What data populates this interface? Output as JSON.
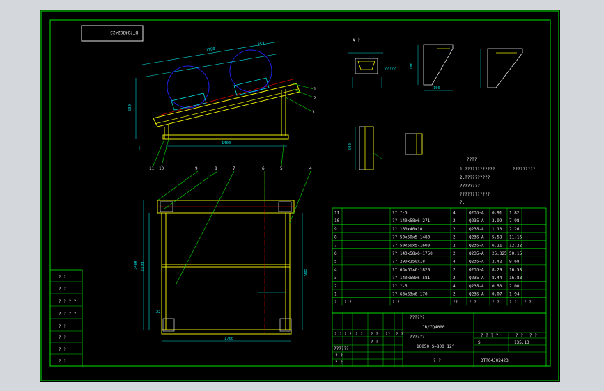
{
  "drawing_code": "DT?04J02423",
  "view_label_a": "A ?",
  "detail_small_label": "?????",
  "tech_req": {
    "title": "????",
    "lines": [
      "1.????????????",
      "2.??????????",
      "????????",
      "????????????",
      "?."
    ],
    "side_note": "?????????."
  },
  "dims": {
    "top_length": "1780",
    "top_right": "853",
    "left_height": "530",
    "base_width": "1400",
    "plan_width": "1700",
    "plan_height": "1480",
    "plan_inner": "1100",
    "plan_right": "905",
    "plan_small": "22",
    "side_height": "590",
    "detail_h": "180",
    "detail_d": "100"
  },
  "balloons": {
    "elevation": [
      "1",
      "2",
      "3",
      "11",
      "10",
      "5"
    ],
    "plan_top": [
      "9",
      "8",
      "7",
      "6",
      "4"
    ]
  },
  "bom": [
    {
      "no": "11",
      "code": "",
      "name": "?? ?-5",
      "qty": "4",
      "mat": "Q235-A",
      "unit": "0.91",
      "total": "1.82"
    },
    {
      "no": "10",
      "code": "",
      "name": "?? 140x58x6-271",
      "qty": "2",
      "mat": "Q235-A",
      "unit": "3.99",
      "total": "7.98"
    },
    {
      "no": "9",
      "code": "",
      "name": "?? 160x40x10",
      "qty": "2",
      "mat": "Q235-A",
      "unit": "1.13",
      "total": "2.26"
    },
    {
      "no": "8",
      "code": "",
      "name": "?? 50x50x5-1480",
      "qty": "2",
      "mat": "Q235-A",
      "unit": "5.58",
      "total": "11.16"
    },
    {
      "no": "7",
      "code": "",
      "name": "?? 50x50x5-1600",
      "qty": "2",
      "mat": "Q235-A",
      "unit": "6.11",
      "total": "12.22"
    },
    {
      "no": "6",
      "code": "",
      "name": "?? 140x58x6-1750",
      "qty": "2",
      "mat": "Q235-A",
      "unit": "25.325",
      "total": "50.15"
    },
    {
      "no": "5",
      "code": "",
      "name": "?? 290x150x18",
      "qty": "4",
      "mat": "Q235-A",
      "unit": "2.42",
      "total": "9.68"
    },
    {
      "no": "4",
      "code": "",
      "name": "?? 63x63x6-1820",
      "qty": "2",
      "mat": "Q235-A",
      "unit": "8.29",
      "total": "16.58"
    },
    {
      "no": "3",
      "code": "",
      "name": "?? 140x58x6-581",
      "qty": "2",
      "mat": "Q235-A",
      "unit": "8.44",
      "total": "16.88"
    },
    {
      "no": "2",
      "code": "",
      "name": "?? ?-5",
      "qty": "4",
      "mat": "Q235-A",
      "unit": "0.50",
      "total": "2.00"
    },
    {
      "no": "1",
      "code": "",
      "name": "?? 63x63x6-170",
      "qty": "2",
      "mat": "Q235-A",
      "unit": "0.07",
      "total": "1.94"
    }
  ],
  "bom_header": {
    "no": "?",
    "code": "? ?",
    "name": "? ?",
    "qty": "??",
    "mat": "? ?",
    "unit": "? ?",
    "total": "? ?",
    "note": "? ?"
  },
  "title_block": {
    "std_label": "??????",
    "std": "JB/ZQ4000",
    "name_label": "??????",
    "name": "10050 S=800 12°",
    "bottom_mid": "? ?",
    "code": "DT?04J02423",
    "stage_label": "? ? ? ?",
    "stage": "S",
    "mass_label": "? ?",
    "mass": "135.13",
    "scale_label": "? ?",
    "rev_cols": [
      "? ?",
      "? ?",
      "? ?",
      "? ?",
      "??",
      "? ?"
    ],
    "role_rows": [
      "??????",
      "? ?",
      "? ?",
      "? ?"
    ]
  },
  "side_strip": [
    "? ?",
    "? ?",
    "? ? ? ?",
    "? ? ? ?",
    "? ?",
    "? ?",
    "? ?",
    "? ?"
  ]
}
